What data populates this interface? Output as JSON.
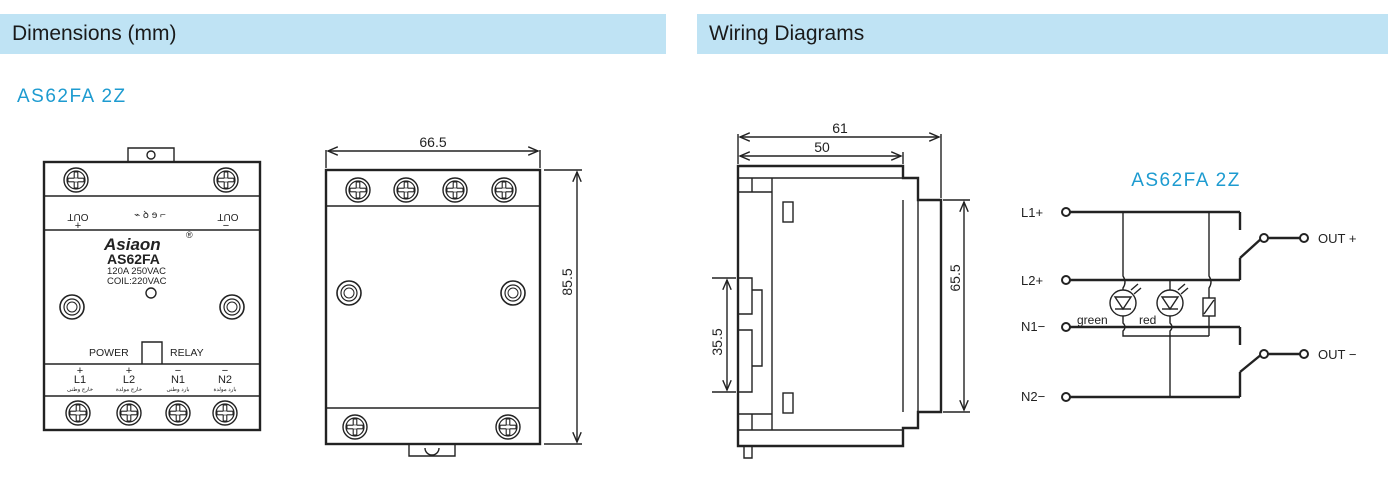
{
  "headers": {
    "dimensions": "Dimensions (mm)",
    "wiring": "Wiring Diagrams"
  },
  "models": {
    "front_view_model": "AS62FA  2Z",
    "wiring_model": "AS62FA  2Z"
  },
  "front_panel": {
    "brand": "Asiaon",
    "registered": "®",
    "model": "AS62FA",
    "rating": "120A  250VAC",
    "coil": "COIL:220VAC",
    "out_plus_label": "OUT",
    "out_plus_sign": "+",
    "out_minus_label": "OUT",
    "out_minus_sign": "−",
    "power_label": "POWER",
    "relay_label": "RELAY",
    "terminals": [
      {
        "sign": "+",
        "name": "L1",
        "arabic": "خارج وطنى"
      },
      {
        "sign": "+",
        "name": "L2",
        "arabic": "خارج مولدة"
      },
      {
        "sign": "−",
        "name": "N1",
        "arabic": "بارد وطنى"
      },
      {
        "sign": "−",
        "name": "N2",
        "arabic": "بارد مولدة"
      }
    ]
  },
  "dimensions": {
    "width": "66.5",
    "height": "85.5",
    "depth_total": "61",
    "depth_body": "50",
    "side_height": "65.5",
    "rail": "35.5"
  },
  "wiring": {
    "inputs": [
      "L1+",
      "L2+",
      "N1−",
      "N2−"
    ],
    "outputs": [
      "OUT +",
      "OUT −"
    ],
    "led_labels": [
      "green",
      "red"
    ]
  },
  "colors": {
    "header_bg": "#bfe3f4",
    "accent": "#1d9bd0",
    "line": "#222222"
  }
}
